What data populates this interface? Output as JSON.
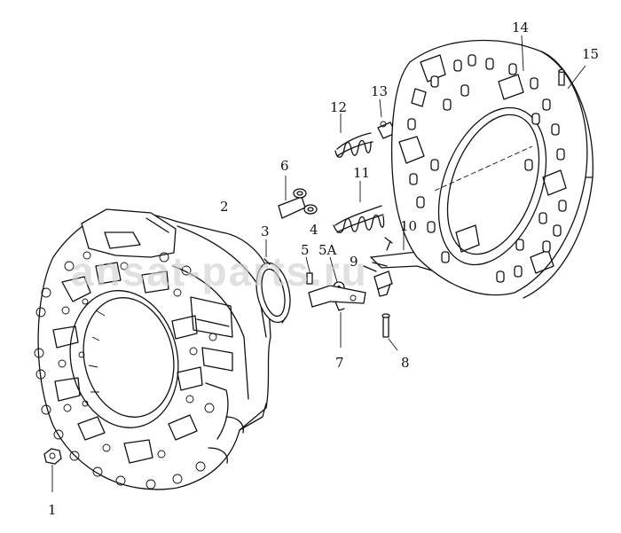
{
  "watermark": "ansat-parts.ru",
  "callouts": [
    {
      "id": "1",
      "label": "1"
    },
    {
      "id": "2",
      "label": "2"
    },
    {
      "id": "3",
      "label": "3"
    },
    {
      "id": "4",
      "label": "4"
    },
    {
      "id": "5",
      "label": "5"
    },
    {
      "id": "5A",
      "label": "5A"
    },
    {
      "id": "6",
      "label": "6"
    },
    {
      "id": "7",
      "label": "7"
    },
    {
      "id": "8",
      "label": "8"
    },
    {
      "id": "9",
      "label": "9"
    },
    {
      "id": "10",
      "label": "10"
    },
    {
      "id": "11",
      "label": "11"
    },
    {
      "id": "12",
      "label": "12"
    },
    {
      "id": "13",
      "label": "13"
    },
    {
      "id": "14",
      "label": "14"
    },
    {
      "id": "15",
      "label": "15"
    }
  ]
}
